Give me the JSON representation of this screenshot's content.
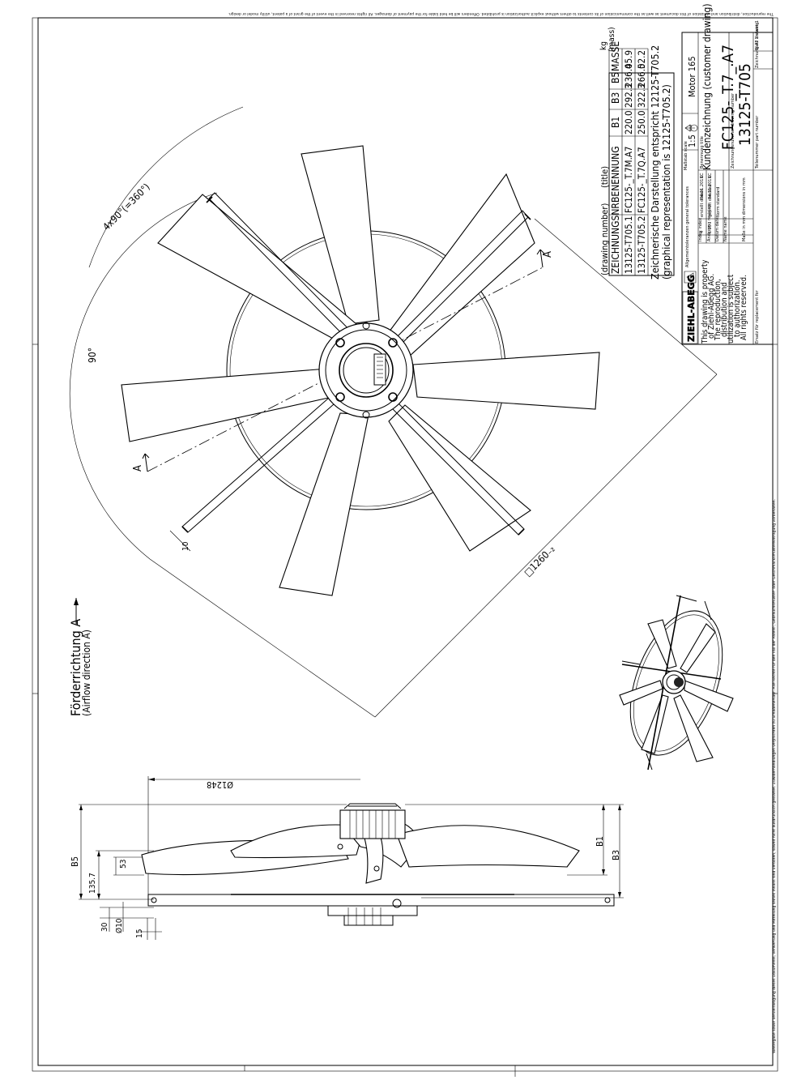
{
  "notice_top": "The reproduction, distribution and utilization of this document as well as the communication of its contents to others without explicit authorization is prohibited. Offenders will be held liable for the payment of damages. All rights reserved in the event of the grant of a patent, utility model or design.",
  "notice_right": "Weitergabe sowie Vervielfältigung dieses Dokuments, Verwertung und Mitteilung seines Inhalts sind verboten, soweit nicht ausdrücklich gestattet. Zuwiderhandlungen verpflichten zu Schadenersatz. Alle Rechte für den Fall der Patent-, Gebrauchsmuster- oder Geschmacksmustereintragung vorbehalten.",
  "table": {
    "unit_kg": "kg",
    "unit_mass": "(mass)",
    "hdr_drawing_number": "(drawing number)",
    "hdr_title": "(title)",
    "headers": [
      "ZEICHNUNGSNR",
      "BENENNUNG",
      "B1",
      "B3",
      "B5",
      "MASSE"
    ],
    "rows": [
      [
        "13125-T705.1",
        "FC125-_T.7M.A7",
        "220.0",
        "292.3",
        "236.0",
        "45.9"
      ],
      [
        "13125-T705.2",
        "FC125-_T.7Q.A7",
        "250.0",
        "322.3",
        "266.0",
        "52.2"
      ]
    ],
    "note_de": "Zeichnerische Darstellung entspricht 12125-T705.2",
    "note_en": "(graphical representation is 12125-T705.2)"
  },
  "title_block": {
    "logo": "ZIEHL-ABEGG",
    "general_tolerances": "Allgemeintoleranzen general tolerances",
    "scale_label": "Maßstab scale",
    "scale_value": "1:5",
    "motor": "Motor 165",
    "drawing_type": "Kundenzeichnung (customer drawing)",
    "title_label": "Benennung title",
    "title_value": "FC125-_T.7_.A7",
    "drawing_number_label": "Zeichnungsnummer drawing number",
    "drawing_number": "13125-T705",
    "part_number_label": "Teilenummer part number",
    "sheet_label": "Blatt 1 sheet 1",
    "format_label": "Zeichnung A2 drawing",
    "property_lines": [
      "This drawing is property",
      "of Ziehl-Abegg AG.",
      "The reproduction,",
      "distribution and",
      "utilization is subject",
      "to authorization.",
      "All rights reserved."
    ],
    "index_label": "Index index",
    "revision_label": "Änderung revision",
    "date_label": "Datum date",
    "name_label": "Name name",
    "revision_index": "4",
    "revision_note": "L-05",
    "drawn_label": "erstellt drawn",
    "checked_label": "geprüft checked",
    "standard_label": "Norm standard",
    "date_drawn": "04.11.2011",
    "date_checked": "04.11.2011",
    "name_drawn": "KC",
    "name_checked": "KC",
    "dimensions_label": "Maße in mm dimensions in mm",
    "replacement_label": "Ersatz für replacement for"
  },
  "drawing": {
    "angle_total": "4x90°(=360°)",
    "angle_90": "90°",
    "section_a": "A",
    "square_size": "□1260₋₂",
    "dim_10_top": "10",
    "diameter_1248": "Ø1248",
    "dim_b5": "B5",
    "dim_1357": "135.7",
    "dim_53": "53",
    "dim_30": "30",
    "dim_d10": "Ø10",
    "dim_15": "15",
    "dim_b1": "B1",
    "dim_b3": "B3",
    "airflow_de": "Förderrichtung A",
    "airflow_en": "(Airflow direction A)"
  }
}
